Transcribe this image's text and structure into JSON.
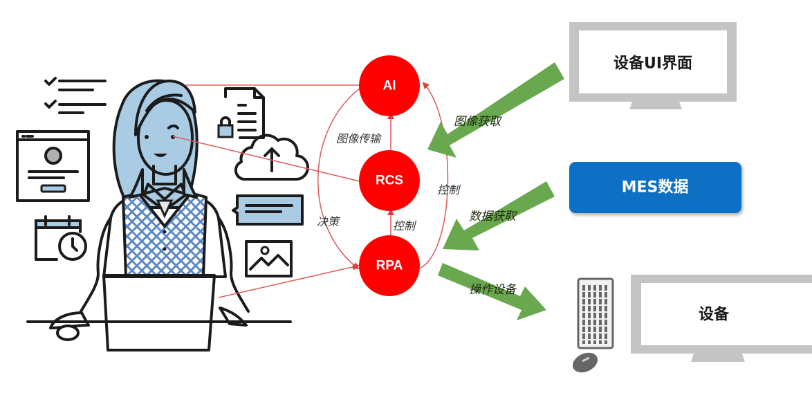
{
  "nodes": {
    "ai": {
      "label": "AI"
    },
    "rcs": {
      "label": "RCS"
    },
    "rpa": {
      "label": "RPA"
    }
  },
  "edge_labels": {
    "rcs_to_ai": "图像传输",
    "rpa_to_rcs": "控制",
    "ai_to_rpa": "决策",
    "rpa_to_ai": "控制"
  },
  "arrow_labels": {
    "image_acquire": "图像获取",
    "data_acquire": "数据获取",
    "operate_device": "操作设备"
  },
  "boxes": {
    "device_ui": "设备UI界面",
    "mes_data": "MES数据",
    "device": "设备"
  },
  "colors": {
    "node_red": "#ff0000",
    "line_red": "#e06060",
    "arrow_green": "#6aa84f",
    "mes_blue": "#0b6fc4",
    "monitor_gray": "#c4c4c4",
    "illustration_blue": "#a9cbe3"
  }
}
